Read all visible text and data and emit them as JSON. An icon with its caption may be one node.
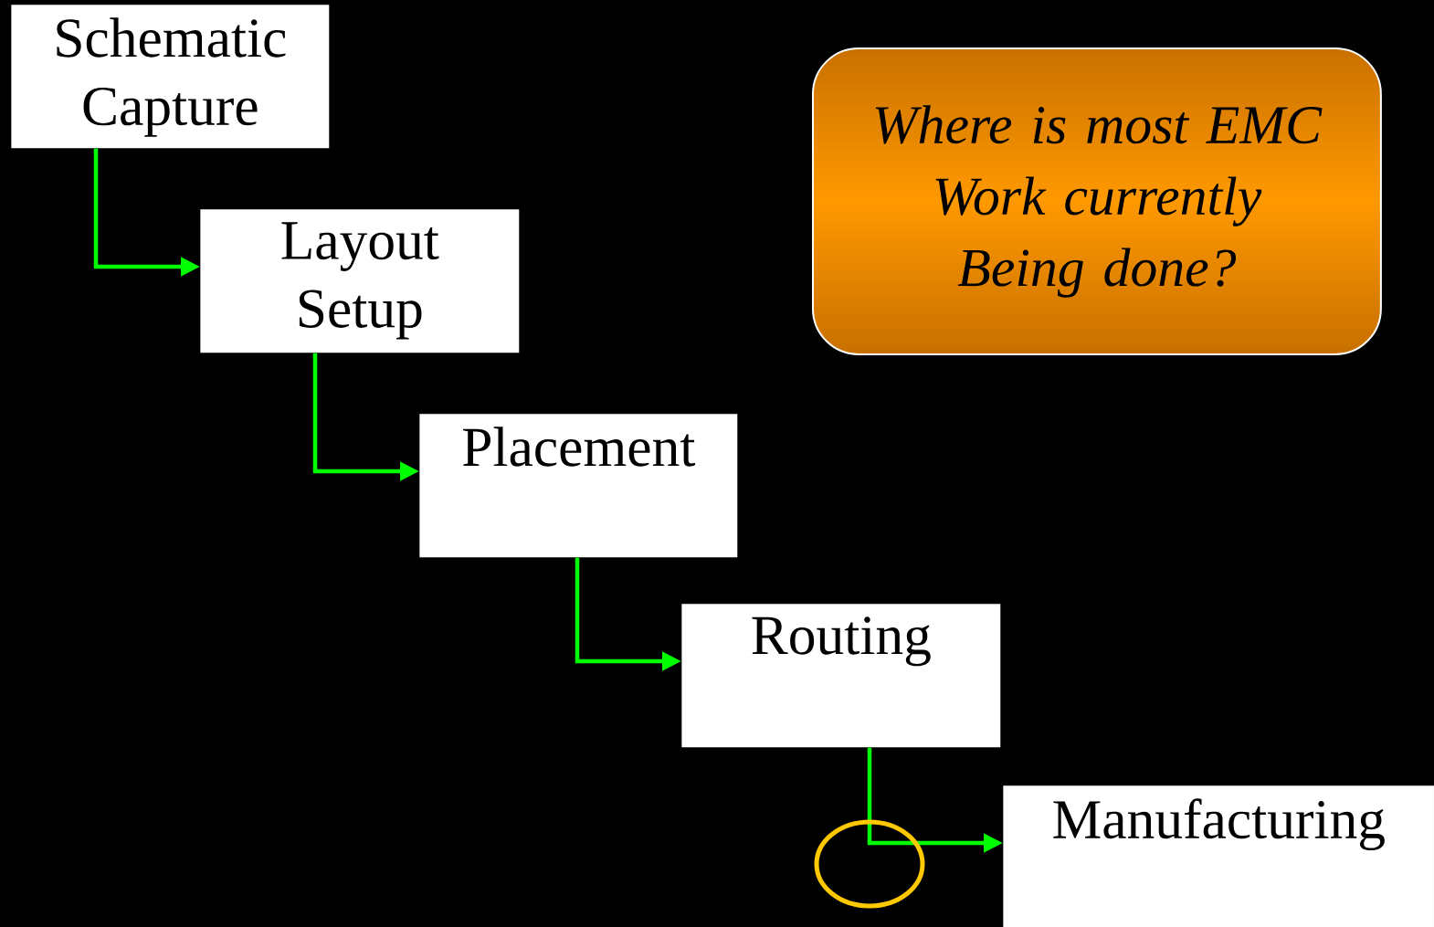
{
  "diagram": {
    "nodes": [
      {
        "text": [
          "Schematic Capture"
        ]
      },
      {
        "text": [
          "Layout Setup"
        ]
      },
      {
        "text": [
          "Placement"
        ]
      },
      {
        "text": [
          "Routing"
        ]
      },
      {
        "text": [
          "Manufacturing"
        ]
      },
      {
        "text": [
          "Where is most EMC Work currently Being done?"
        ]
      }
    ],
    "edges": [
      {
        "from": 0,
        "to": 1,
        "arrow": "to"
      },
      {
        "from": 1,
        "to": 2,
        "arrow": "to"
      },
      {
        "from": 2,
        "to": 3,
        "arrow": "to"
      },
      {
        "from": 3,
        "to": 4,
        "arrow": "to"
      }
    ]
  }
}
